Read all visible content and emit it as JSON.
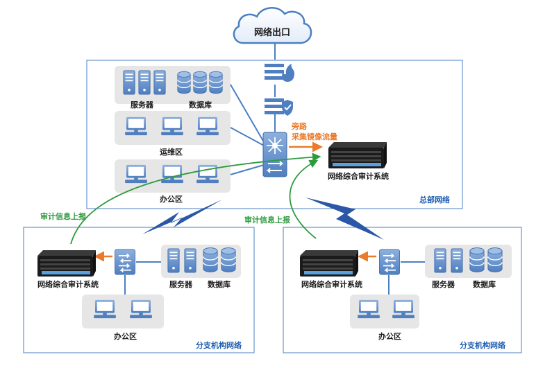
{
  "cloud": {
    "label": "网络出口"
  },
  "hq": {
    "region_label": "总部网络",
    "servers_label": "服务器",
    "database_label": "数据库",
    "ops_label": "运维区",
    "office_label": "办公区",
    "bypass_label": "旁路",
    "mirror_label": "采集镜像流量",
    "audit_label": "网络综合审计系统"
  },
  "report_label": "审计信息上报",
  "branch_left": {
    "region_label": "分支机构网络",
    "audit_label": "网络综合审计系统",
    "servers_label": "服务器",
    "database_label": "数据库",
    "office_label": "办公区"
  },
  "branch_right": {
    "region_label": "分支机构网络",
    "audit_label": "网络综合审计系统",
    "servers_label": "服务器",
    "database_label": "数据库",
    "office_label": "办公区"
  },
  "colors": {
    "border": "#4a7fc1",
    "zone": "#e6e6e6",
    "device": "#6a93cc",
    "link": "#4a7fc1",
    "report": "#2e9a3e",
    "mirror": "#ec7a2a"
  }
}
